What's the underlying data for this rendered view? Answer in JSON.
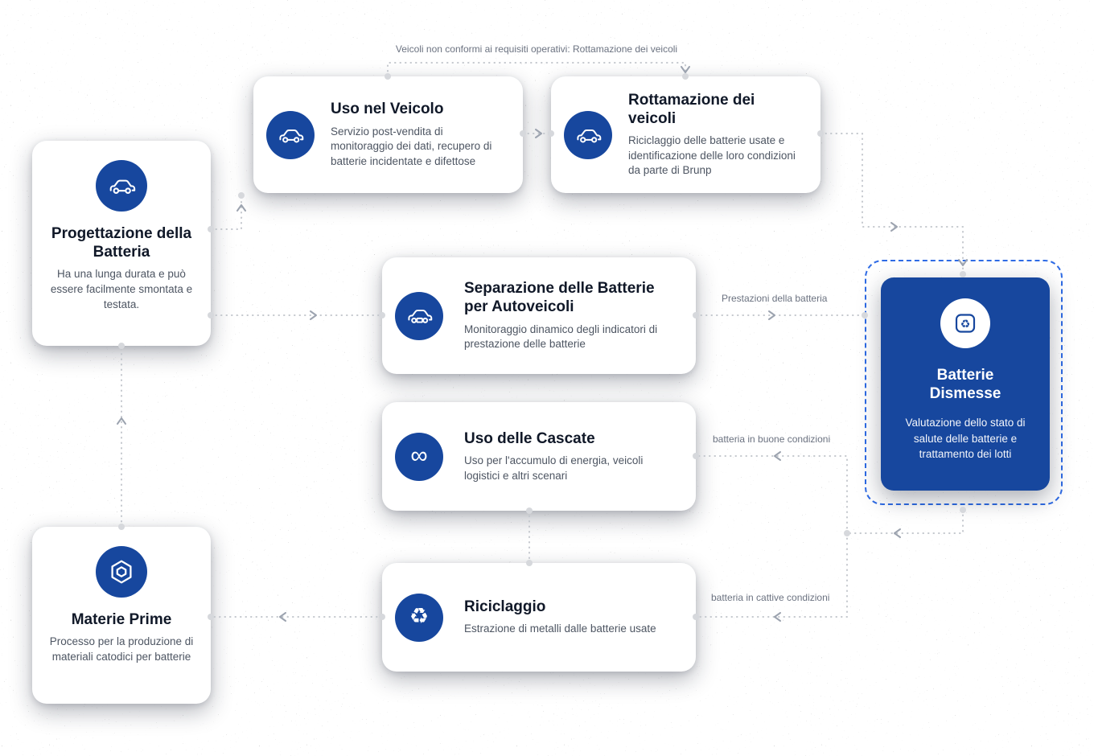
{
  "palette": {
    "accent_blue": "#17479E",
    "dashed_border_blue": "#2E6BE5",
    "connector_gray": "#C3C7CD",
    "title_color": "#101828",
    "body_color": "#4D5562",
    "label_color": "#6B7280"
  },
  "icons": {
    "infinity_glyph": "∞",
    "recycle_glyph": "♻"
  },
  "cards": {
    "progettazione": {
      "title": "Progettazione della Batteria",
      "description": "Ha una lunga durata e può essere facilmente smontata e testata.",
      "icon": "car-icon"
    },
    "uso_veicolo": {
      "title": "Uso nel Veicolo",
      "description": "Servizio post-vendita di monitoraggio dei dati, recupero di batterie incidentate e difettose",
      "icon": "car-icon"
    },
    "rottamazione": {
      "title": "Rottamazione dei veicoli",
      "description": "Riciclaggio delle batterie usate e identificazione delle loro condizioni da parte di Brunp",
      "icon": "car-icon"
    },
    "separazione": {
      "title": "Separazione delle Batterie per Autoveicoli",
      "description": "Monitoraggio dinamico degli indicatori di prestazione delle batterie",
      "icon": "car-battery-icon"
    },
    "cascate": {
      "title": "Uso delle Cascate",
      "description": "Uso per l'accumulo di energia, veicoli logistici e altri scenari",
      "icon": "infinity-icon"
    },
    "riciclaggio": {
      "title": "Riciclaggio",
      "description": "Estrazione di metalli dalle batterie usate",
      "icon": "recycle-icon"
    },
    "materie_prime": {
      "title": "Materie Prime",
      "description": "Processo per la produzione di materiali catodici per batterie",
      "icon": "hexagon-nut-icon"
    },
    "batterie_dismesse": {
      "title": "Batterie Dismesse",
      "description": "Valutazione dello stato di salute delle batterie e trattamento dei lotti",
      "icon": "battery-recycle-icon"
    }
  },
  "connector_labels": {
    "non_conforming": "Veicoli non conformi ai requisiti operativi: Rottamazione dei veicoli",
    "prestazioni": "Prestazioni della batteria",
    "buone": "batteria in buone condizioni",
    "cattive": "batteria in cattive condizioni"
  }
}
